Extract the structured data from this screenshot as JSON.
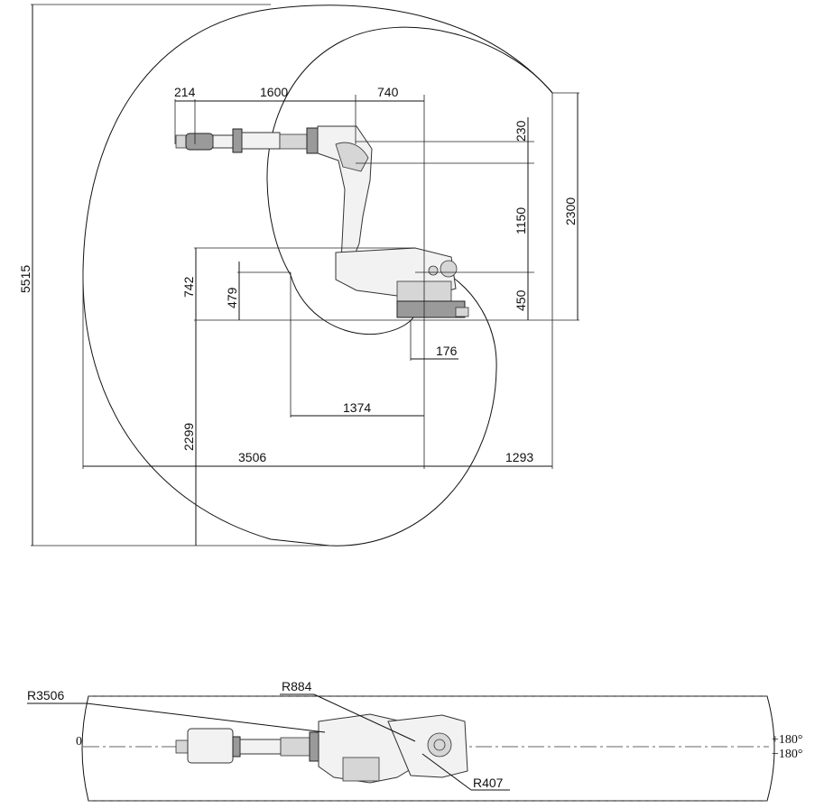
{
  "side_view": {
    "dimensions": {
      "d214": "214",
      "d1600": "1600",
      "d740": "740",
      "d230": "230",
      "d1150": "1150",
      "d2300": "2300",
      "d450": "450",
      "d5515": "5515",
      "d742": "742",
      "d479": "479",
      "d176": "176",
      "d1374": "1374",
      "d2299": "2299",
      "d3506": "3506",
      "d1293": "1293"
    }
  },
  "top_view": {
    "labels": {
      "r3506": "R3506",
      "r884": "R884",
      "r407": "R407",
      "zero": "0",
      "plus180": "+180°",
      "minus180": "−180°"
    }
  }
}
